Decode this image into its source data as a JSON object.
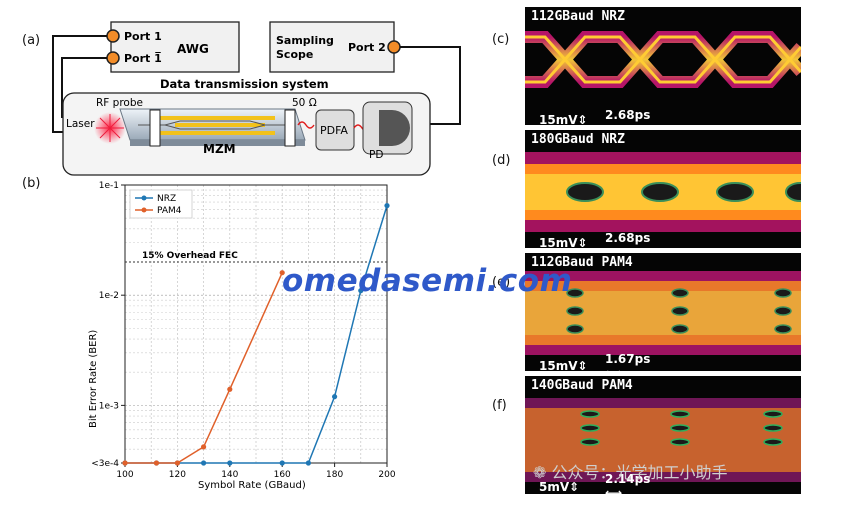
{
  "panel_labels": {
    "a": "(a)",
    "b": "(b)",
    "c": "(c)",
    "d": "(d)",
    "e": "(e)",
    "f": "(f)"
  },
  "setup": {
    "awg_ports": [
      "Port 1",
      "Port 1̅"
    ],
    "awg_label": "AWG",
    "scope_label": "Sampling\nScope",
    "scope_port": "Port 2",
    "system_title": "Data transmission system",
    "rf_probe": "RF probe",
    "termination": "50 Ω",
    "laser": "Laser",
    "modulator": "MZM",
    "amplifier": "PDFA",
    "detector": "PD"
  },
  "chart_data": {
    "type": "line",
    "xlabel": "Symbol Rate (GBaud)",
    "ylabel": "Bit Error Rate (BER)",
    "xlim": [
      100,
      200
    ],
    "ylim": [
      0.0003,
      0.1
    ],
    "y_scale": "log",
    "xticks": [
      "100",
      "120",
      "140",
      "160",
      "180",
      "200"
    ],
    "yticks": [
      "1e-1",
      "1e-2",
      "1e-3",
      "<3e-4"
    ],
    "grid": true,
    "legend_position": "top-left",
    "annotation": "15% Overhead FEC",
    "fec_threshold": 0.02,
    "series": [
      {
        "name": "NRZ",
        "color": "#1f77b4",
        "x": [
          100,
          112,
          120,
          130,
          140,
          160,
          170,
          180,
          190,
          200
        ],
        "y": [
          0.0003,
          0.0003,
          0.0003,
          0.0003,
          0.0003,
          0.0003,
          0.0003,
          0.0012,
          0.011,
          0.065
        ]
      },
      {
        "name": "PAM4",
        "color": "#e0602a",
        "x": [
          100,
          112,
          120,
          130,
          140,
          160
        ],
        "y": [
          0.0003,
          0.0003,
          0.0003,
          0.00042,
          0.0014,
          0.016
        ]
      }
    ]
  },
  "eyes": [
    {
      "title": "112GBaud NRZ",
      "v_scale": "15mV",
      "h_scale": "2.68ps"
    },
    {
      "title": "180GBaud NRZ",
      "v_scale": "15mV",
      "h_scale": "2.68ps"
    },
    {
      "title": "112GBaud PAM4",
      "v_scale": "15mV",
      "h_scale": "1.67ps"
    },
    {
      "title": "140GBaud PAM4",
      "v_scale": "5mV",
      "h_scale": "2.14ps"
    }
  ],
  "watermark": "omedasemi.com",
  "wechat_tag": "公众号：光学加工小助手"
}
